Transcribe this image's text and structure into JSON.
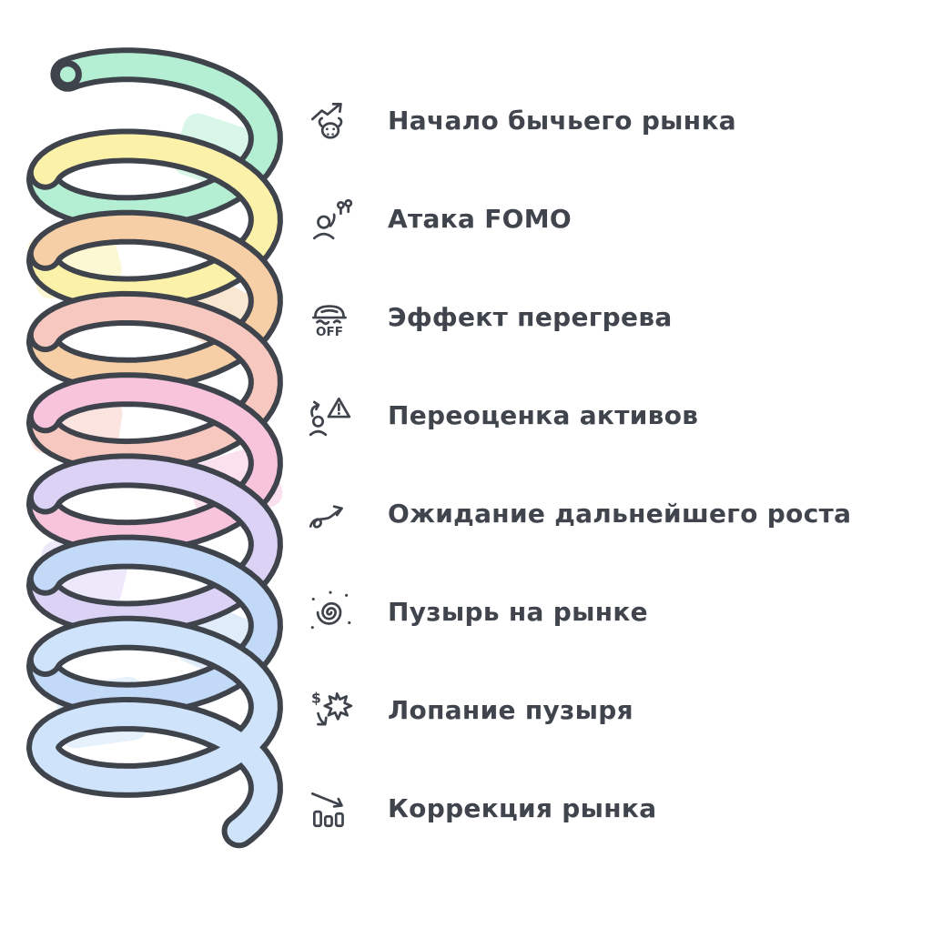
{
  "page": {
    "background_color": "#ffffff"
  },
  "spiral": {
    "outline_color": "#3e434c",
    "turn_colors": [
      "#b4efd3",
      "#fbf1a9",
      "#f6cfa6",
      "#f7c8bf",
      "#f8c4dc",
      "#dcd2f5",
      "#c3d9f8",
      "#cfe4fa"
    ]
  },
  "legend": {
    "items": [
      {
        "id": "bull-market-start",
        "label": "Начало бычьего рынка"
      },
      {
        "id": "fomo-attack",
        "label": "Атака FOMO"
      },
      {
        "id": "overheating-effect",
        "label": "Эффект перегрева"
      },
      {
        "id": "asset-revaluation",
        "label": "Переоценка активов"
      },
      {
        "id": "further-growth-expectation",
        "label": "Ожидание дальнейшего роста"
      },
      {
        "id": "market-bubble",
        "label": "Пузырь на рынке"
      },
      {
        "id": "bubble-burst",
        "label": "Лопание пузыря"
      },
      {
        "id": "market-correction",
        "label": "Коррекция рынка"
      }
    ]
  },
  "icon_texts": {
    "off_label": "OFF",
    "dollar_sign": "$"
  }
}
